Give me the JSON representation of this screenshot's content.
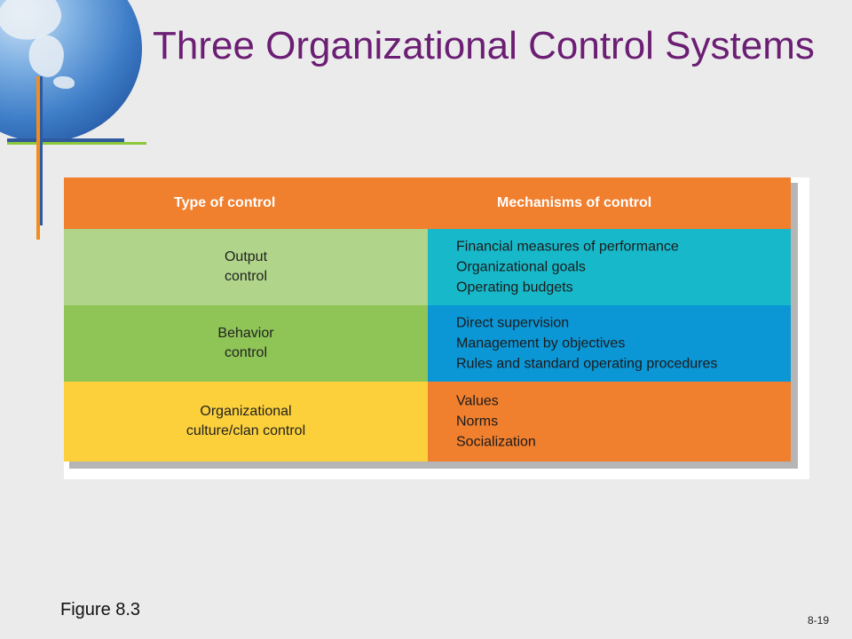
{
  "slide": {
    "title": "Three Organizational Control Systems",
    "caption": "Figure 8.3",
    "page_number": "8-19"
  },
  "table": {
    "headers": [
      "Type of control",
      "Mechanisms of control"
    ],
    "rows": [
      {
        "type": [
          "Output",
          "control"
        ],
        "mechanisms": [
          "Financial measures of performance",
          "Organizational goals",
          "Operating budgets"
        ]
      },
      {
        "type": [
          "Behavior",
          "control"
        ],
        "mechanisms": [
          "Direct supervision",
          "Management by objectives",
          "Rules and standard operating procedures"
        ]
      },
      {
        "type": [
          "Organizational",
          "culture/clan control"
        ],
        "mechanisms": [
          "Values",
          "Norms",
          "Socialization"
        ]
      }
    ]
  },
  "colors": {
    "title": "#6b1e73",
    "header": "#f07f2e",
    "row1_left": "#b0d489",
    "row1_right": "#17b8c9",
    "row2_left": "#8fc556",
    "row2_right": "#0b96d6",
    "row3_left": "#fcd03a",
    "row3_right": "#f07f2e"
  },
  "decor": {
    "icon": "globe-icon"
  }
}
